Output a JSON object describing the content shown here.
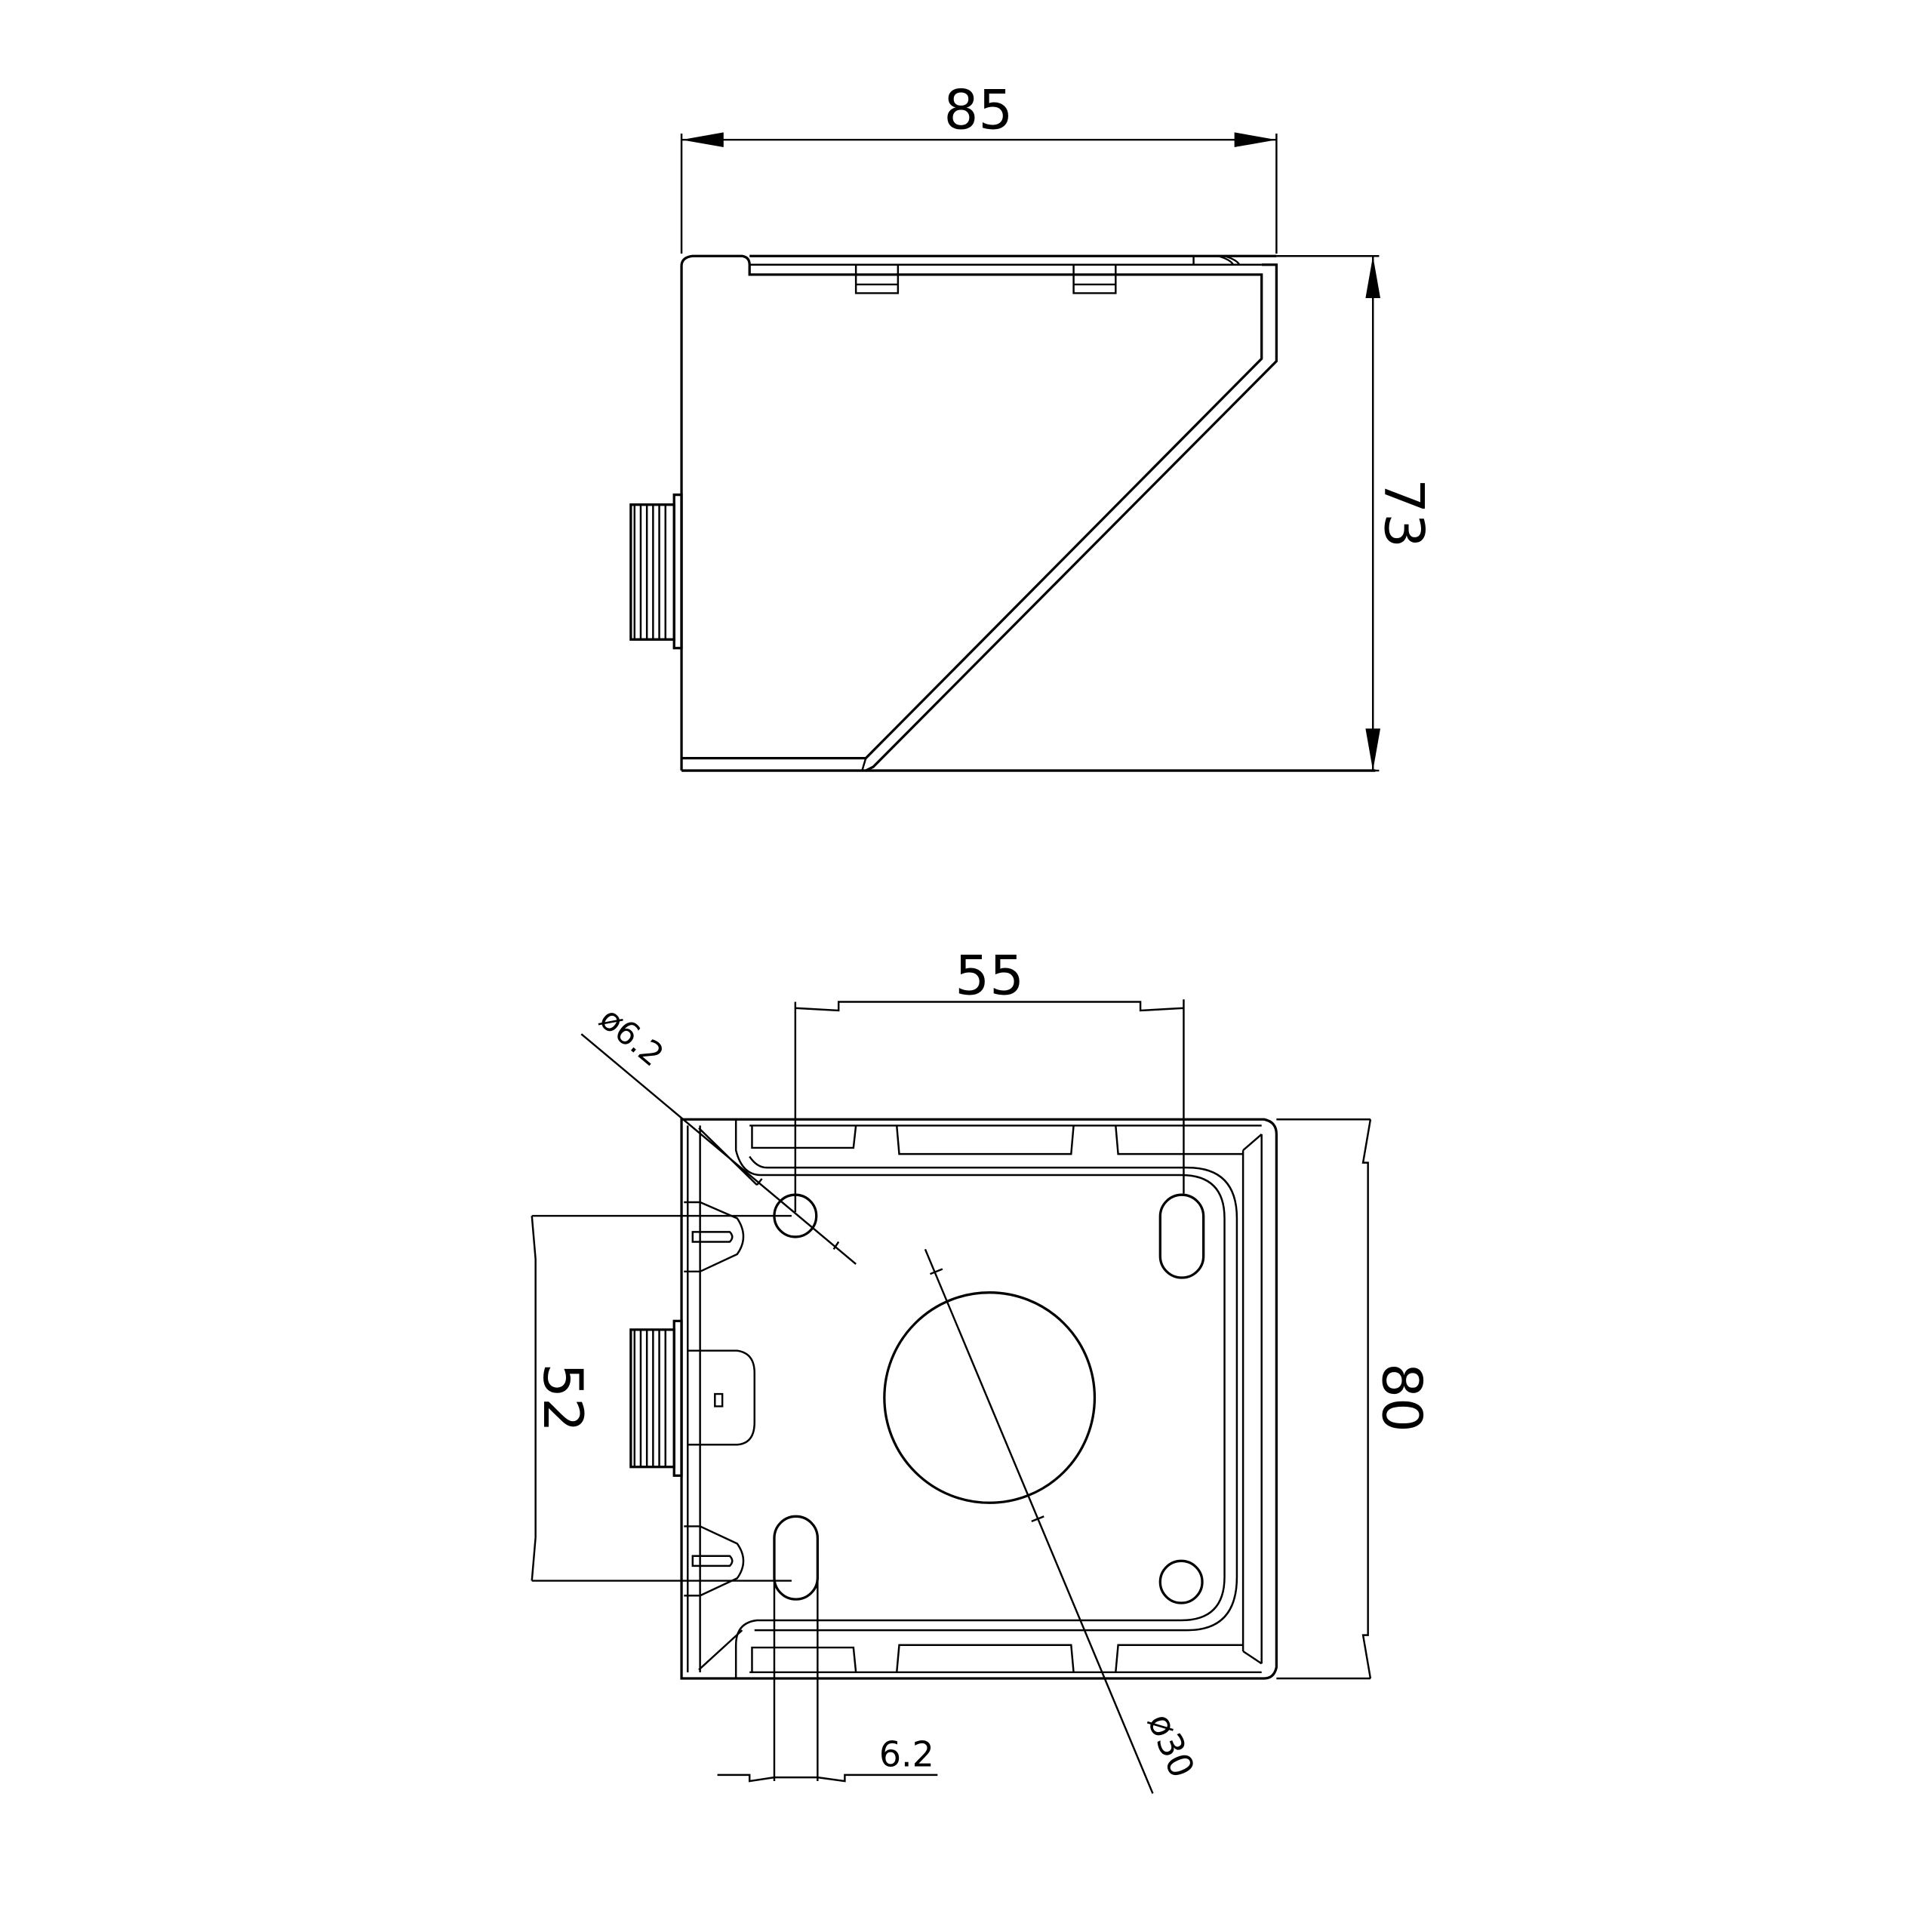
{
  "side_view": {
    "dimensions": {
      "width": "85",
      "height": "73"
    }
  },
  "bottom_view": {
    "dimensions": {
      "hole_spacing_horizontal": "55",
      "hole_spacing_vertical": "52",
      "depth": "80",
      "mount_hole_diameter": "ø6.2",
      "slot_width": "6.2",
      "center_hole_diameter": "ø30"
    }
  },
  "colors": {
    "line": "#000000",
    "background": "#ffffff"
  }
}
